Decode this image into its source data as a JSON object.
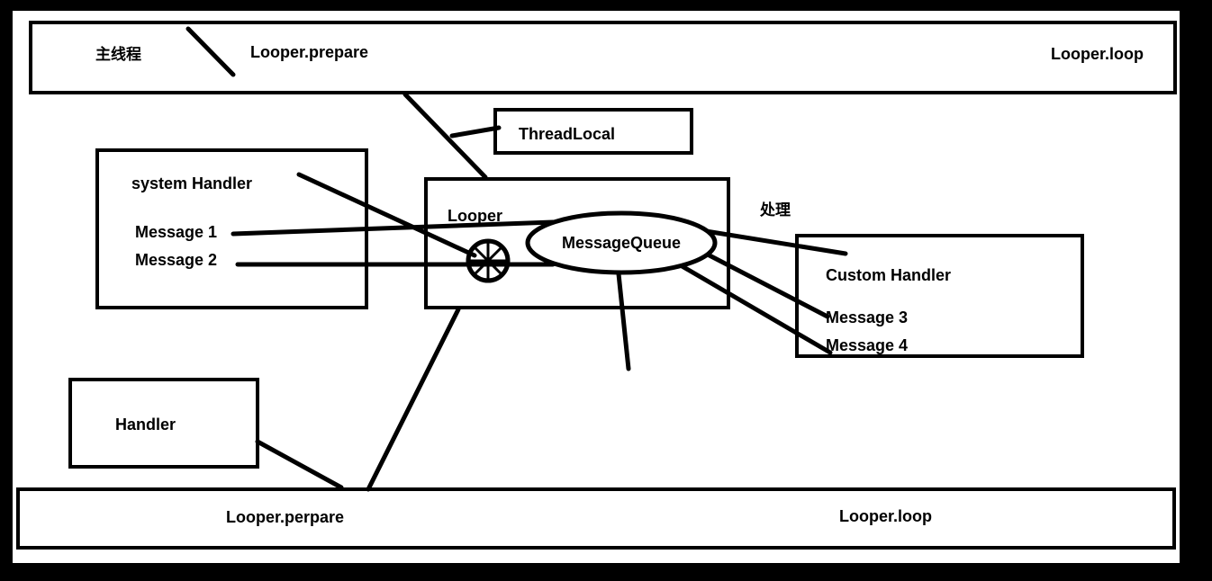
{
  "main_thread": {
    "title": "主线程",
    "prepare": "Looper.prepare",
    "loop": "Looper.loop"
  },
  "thread_local": {
    "label": "ThreadLocal"
  },
  "system_handler": {
    "title": "system Handler",
    "messages": [
      "Message 1",
      "Message 2"
    ]
  },
  "looper": {
    "label": "Looper",
    "queue_label": "MessageQueue"
  },
  "process_label": "处理",
  "custom_handler": {
    "title": "Custom Handler",
    "messages": [
      "Message 3",
      "Message 4"
    ]
  },
  "handler": {
    "title": "Handler"
  },
  "worker_thread": {
    "prepare": "Looper.perpare",
    "loop": "Looper.loop"
  },
  "colors": {
    "background": "#000000",
    "canvas": "#ffffff",
    "ink": "#000000"
  }
}
